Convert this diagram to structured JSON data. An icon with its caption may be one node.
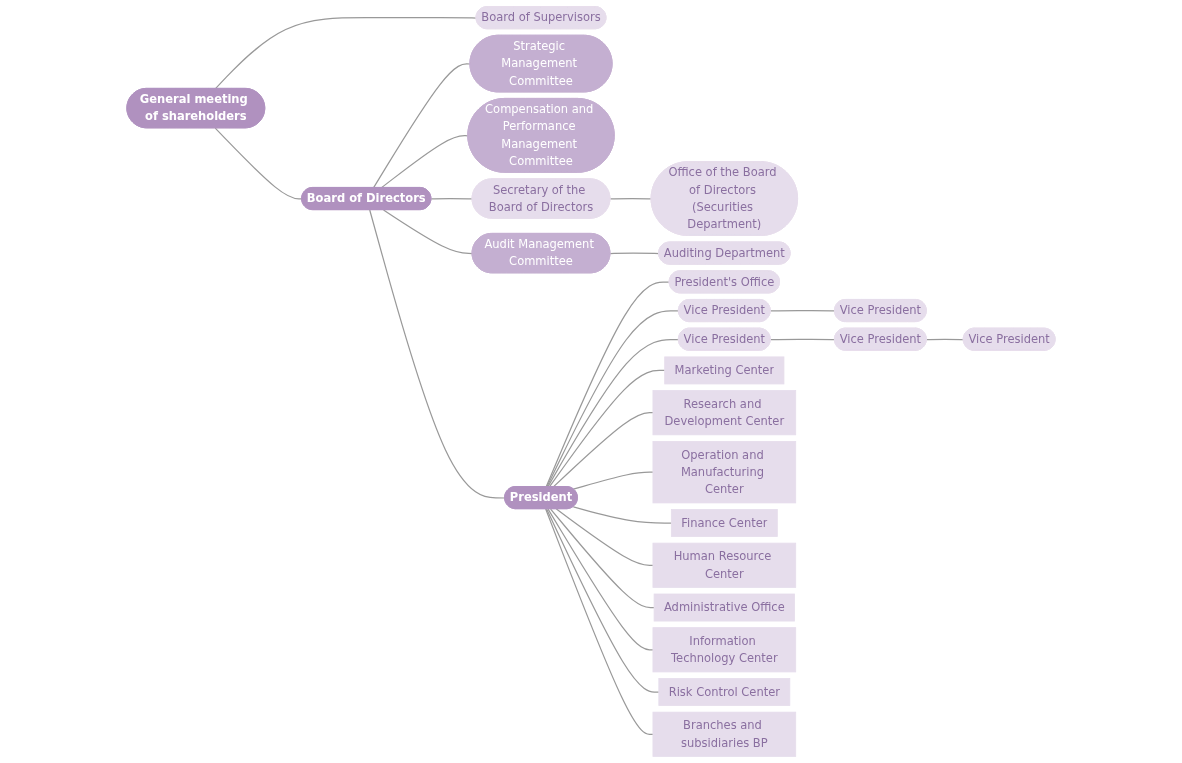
{
  "diagram": {
    "nodes": [
      {
        "text": [
          "General meeting of shareholders"
        ]
      },
      {
        "text": [
          "Strategic Management Committee"
        ]
      },
      {
        "text": [
          "Compensation and Performance Management Committee"
        ]
      },
      {
        "text": [
          "Board of Directors"
        ]
      },
      {
        "text": [
          "Board of Supervisors"
        ]
      },
      {
        "text": [
          "Secretary of the Board of Directors"
        ]
      },
      {
        "text": [
          "Office of the Board of Directors (Securities Department)"
        ]
      },
      {
        "text": [
          "President"
        ]
      },
      {
        "text": [
          "Audit Management Committee"
        ]
      },
      {
        "text": [
          "Auditing Department"
        ]
      },
      {
        "text": [
          "President's Office"
        ]
      },
      {
        "text": [
          "Vice President"
        ]
      },
      {
        "text": [
          "Vice President"
        ]
      },
      {
        "text": [
          "Vice President"
        ]
      },
      {
        "text": [
          "Vice President"
        ]
      },
      {
        "text": [
          "Vice President"
        ]
      },
      {
        "text": [
          "Marketing Center"
        ]
      },
      {
        "text": [
          "Research and Development Center"
        ]
      },
      {
        "text": [
          "Operation and Manufacturing Center"
        ]
      },
      {
        "text": [
          "Finance Center"
        ]
      },
      {
        "text": [
          "Human Resource Center"
        ]
      },
      {
        "text": [
          "Administrative Office"
        ]
      },
      {
        "text": [
          "Information Technology Center"
        ]
      },
      {
        "text": [
          "Risk Control Center"
        ]
      },
      {
        "text": [
          "Branches and subsidiaries BP"
        ]
      }
    ],
    "edges": [
      {
        "from": 0,
        "to": 3,
        "arrow": "none"
      },
      {
        "from": 0,
        "to": 4,
        "arrow": "none"
      },
      {
        "from": 3,
        "to": 1,
        "arrow": "none"
      },
      {
        "from": 3,
        "to": 2,
        "arrow": "none"
      },
      {
        "from": 3,
        "to": 8,
        "arrow": "none"
      },
      {
        "from": 3,
        "to": 5,
        "arrow": "none"
      },
      {
        "from": 5,
        "to": 6,
        "arrow": "none"
      },
      {
        "from": 3,
        "to": 7,
        "arrow": "none"
      },
      {
        "from": 8,
        "to": 9,
        "arrow": "none"
      },
      {
        "from": 7,
        "to": 10,
        "arrow": "none"
      },
      {
        "from": 7,
        "to": 12,
        "arrow": "none"
      },
      {
        "from": 12,
        "to": 11,
        "arrow": "none"
      },
      {
        "from": 7,
        "to": 13,
        "arrow": "none"
      },
      {
        "from": 13,
        "to": 14,
        "arrow": "none"
      },
      {
        "from": 14,
        "to": 15,
        "arrow": "none"
      },
      {
        "from": 7,
        "to": 16,
        "arrow": "none"
      },
      {
        "from": 7,
        "to": 17,
        "arrow": "none"
      },
      {
        "from": 7,
        "to": 18,
        "arrow": "none"
      },
      {
        "from": 7,
        "to": 19,
        "arrow": "none"
      },
      {
        "from": 7,
        "to": 20,
        "arrow": "none"
      },
      {
        "from": 7,
        "to": 21,
        "arrow": "none"
      },
      {
        "from": 7,
        "to": 22,
        "arrow": "none"
      },
      {
        "from": 7,
        "to": 23,
        "arrow": "none"
      },
      {
        "from": 7,
        "to": 24,
        "arrow": "none"
      }
    ]
  }
}
